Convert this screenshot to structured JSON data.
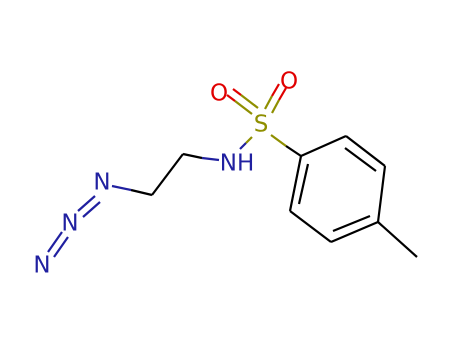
{
  "molecule": {
    "atoms": {
      "sulfur": "S",
      "oxygen_left": "O",
      "oxygen_right": "O",
      "amine": "NH",
      "azide_n1": "N",
      "azide_n2": "N",
      "azide_n3": "N"
    },
    "colors": {
      "bond": "#000000",
      "sulfur": "#8f8f00",
      "oxygen": "#e00000",
      "nitrogen": "#2020a0",
      "background": "#ffffff"
    }
  }
}
